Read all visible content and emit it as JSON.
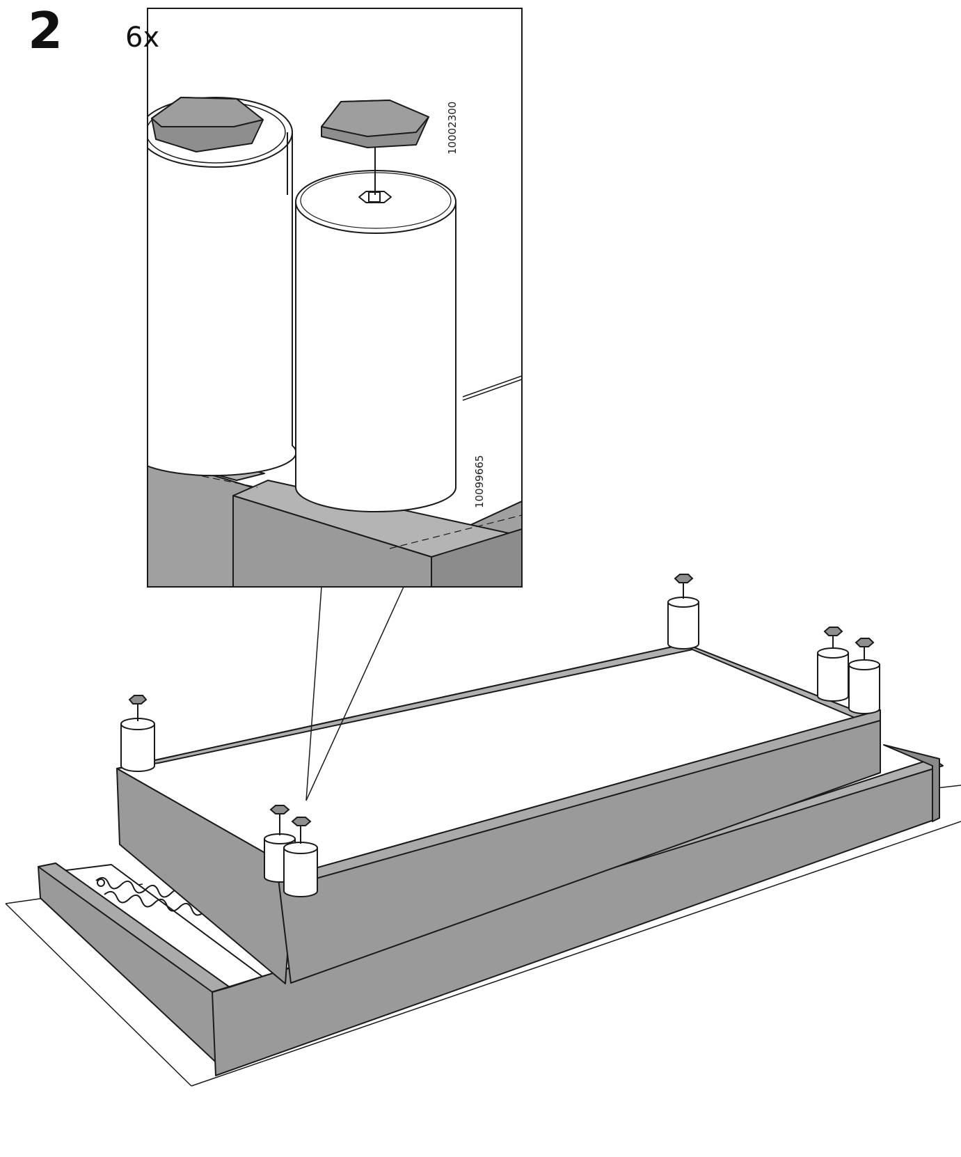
{
  "step": {
    "number": "2",
    "quantity": "6x"
  },
  "parts": {
    "glide_code": "10002300",
    "leg_code": "10099665"
  },
  "colors": {
    "frame_gray": "#9a9a9a",
    "frame_gray_dark": "#8a8a8a",
    "glide_gray": "#8e8e8e",
    "line": "#1a1a1a",
    "white": "#ffffff"
  }
}
